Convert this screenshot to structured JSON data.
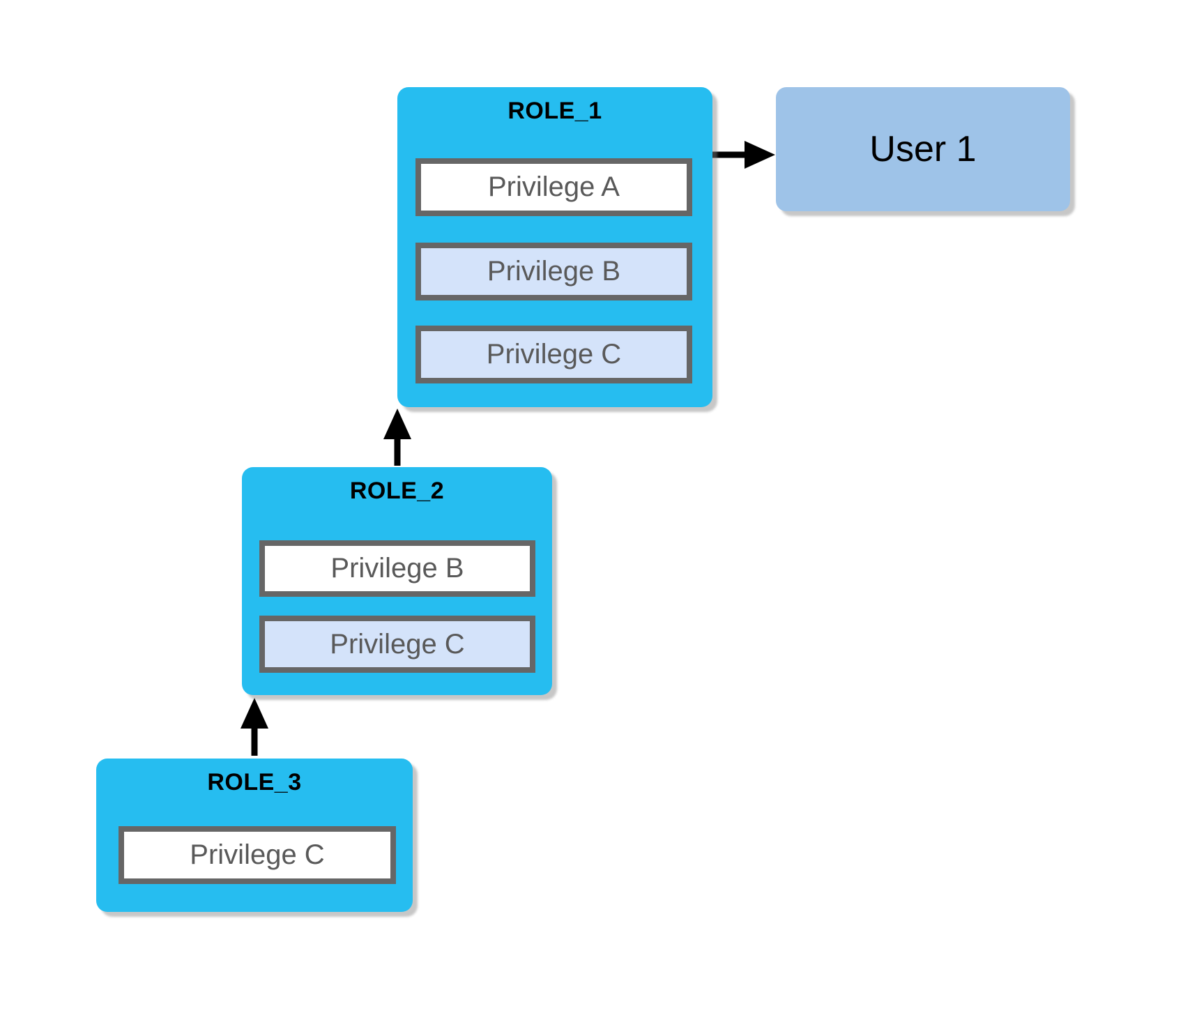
{
  "diagram": {
    "type": "role-privilege-hierarchy",
    "roles": [
      {
        "name": "ROLE_1",
        "privileges": [
          {
            "label": "Privilege A",
            "highlighted": false
          },
          {
            "label": "Privilege B",
            "highlighted": true
          },
          {
            "label": "Privilege C",
            "highlighted": true
          }
        ]
      },
      {
        "name": "ROLE_2",
        "privileges": [
          {
            "label": "Privilege B",
            "highlighted": false
          },
          {
            "label": "Privilege C",
            "highlighted": true
          }
        ]
      },
      {
        "name": "ROLE_3",
        "privileges": [
          {
            "label": "Privilege C",
            "highlighted": false
          }
        ]
      }
    ],
    "user": {
      "label": "User 1"
    },
    "edges": [
      {
        "from": "ROLE_1",
        "to": "User 1",
        "direction": "right"
      },
      {
        "from": "ROLE_2",
        "to": "ROLE_1",
        "direction": "up"
      },
      {
        "from": "ROLE_3",
        "to": "ROLE_2",
        "direction": "up"
      }
    ],
    "colors": {
      "role_fill": "#26bdf0",
      "privilege_fill": "#ffffff",
      "privilege_fill_highlight": "#d4e3fa",
      "privilege_border": "#666666",
      "privilege_text": "#595959",
      "user_fill": "#9ec3e8",
      "role_title_text": "#000000",
      "user_text": "#000000",
      "arrow": "#000000",
      "background": "#ffffff"
    }
  }
}
